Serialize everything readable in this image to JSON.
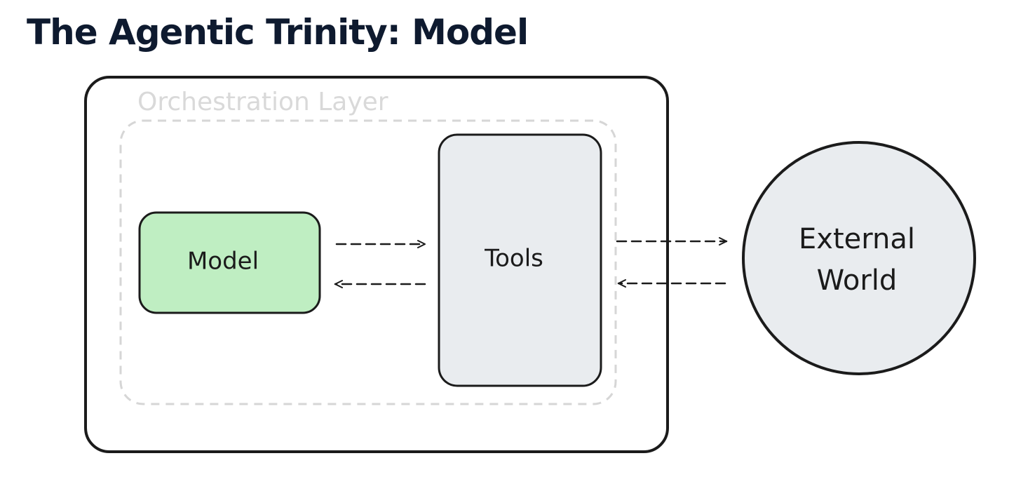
{
  "title": "The Agentic Trinity: Model",
  "diagram": {
    "orchestration_label": "Orchestration Layer",
    "model_label": "Model",
    "tools_label": "Tools",
    "external_line1": "External",
    "external_line2": "World",
    "colors": {
      "title": "#0e1a2f",
      "stroke": "#1b1b1b",
      "model_fill": "#bfeec2",
      "tools_fill": "#e9ecef",
      "external_fill": "#e9ecef",
      "orchestration_dash": "#d6d6d6"
    }
  }
}
